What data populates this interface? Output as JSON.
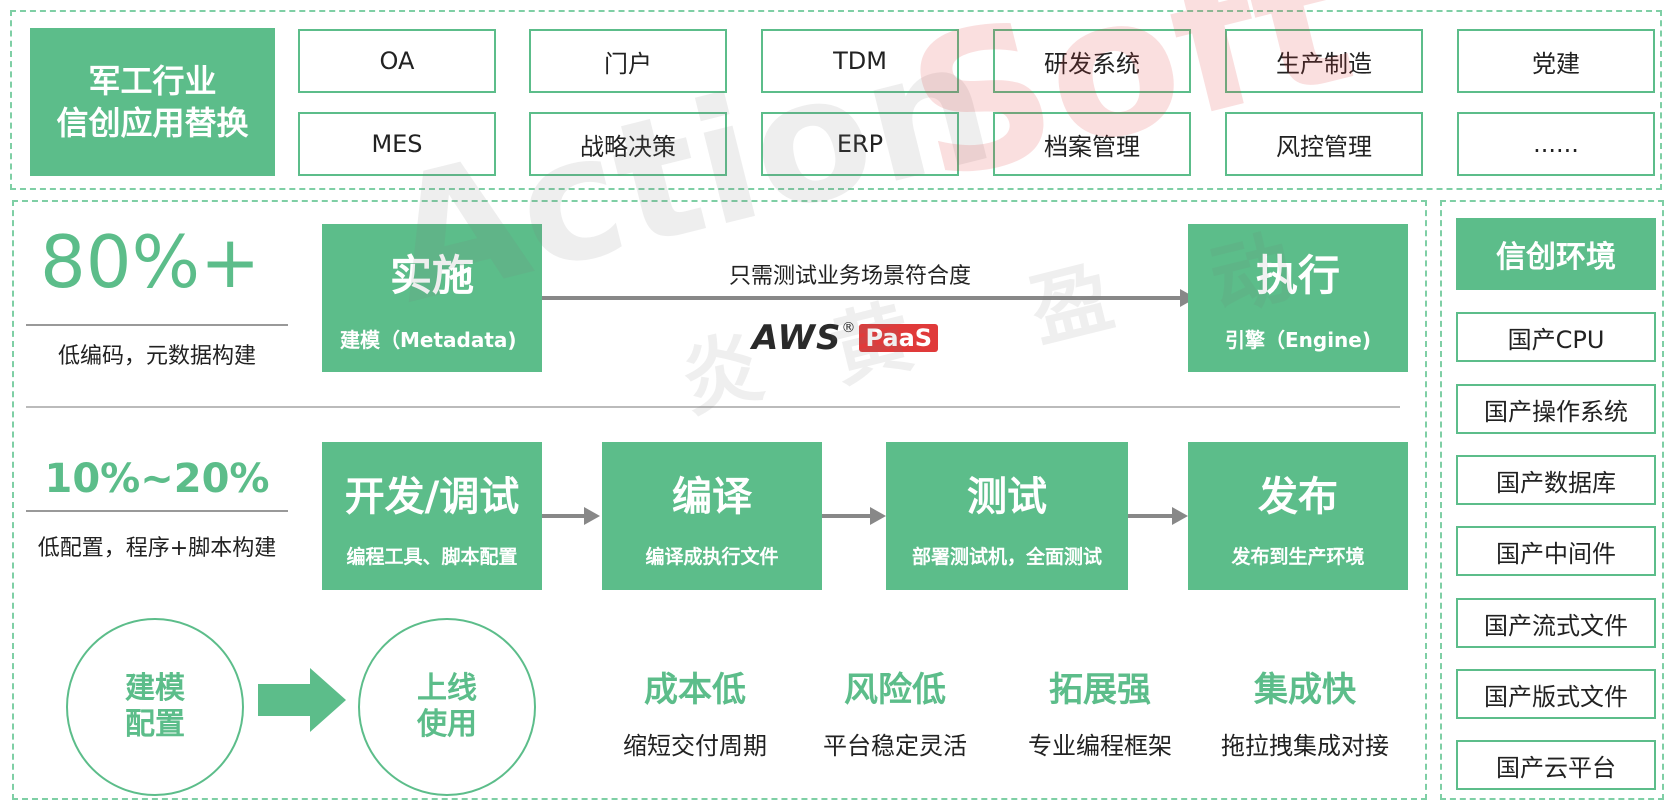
{
  "colors": {
    "accent": "#5cbd8a",
    "arrow": "#888888",
    "brand_red": "#e03a3a"
  },
  "top": {
    "title_line1": "军工行业",
    "title_line2": "信创应用替换",
    "apps": [
      "OA",
      "门户",
      "TDM",
      "研发系统",
      "生产制造",
      "党建",
      "MES",
      "战略决策",
      "ERP",
      "档案管理",
      "风控管理",
      "......"
    ]
  },
  "metrics": {
    "m1_value": "80%+",
    "m1_desc": "低编码，元数据构建",
    "m2_value": "10%~20%",
    "m2_desc": "低配置，程序+脚本构建"
  },
  "row1": {
    "implement_title": "实施",
    "implement_sub": "建模（Metadata)",
    "arrow_label": "只需测试业务场景符合度",
    "logo_main": "AWS",
    "logo_reg": "®",
    "logo_badge": "PaaS",
    "execute_title": "执行",
    "execute_sub": "引擎（Engine)"
  },
  "row2": {
    "steps": [
      {
        "title": "开发/调试",
        "sub": "编程工具、脚本配置"
      },
      {
        "title": "编译",
        "sub": "编译成执行文件"
      },
      {
        "title": "测试",
        "sub": "部署测试机，全面测试"
      },
      {
        "title": "发布",
        "sub": "发布到生产环境"
      }
    ]
  },
  "bottom": {
    "circle1_line1": "建模",
    "circle1_line2": "配置",
    "circle2_line1": "上线",
    "circle2_line2": "使用",
    "features": [
      {
        "title": "成本低",
        "desc": "缩短交付周期"
      },
      {
        "title": "风险低",
        "desc": "平台稳定灵活"
      },
      {
        "title": "拓展强",
        "desc": "专业编程框架"
      },
      {
        "title": "集成快",
        "desc": "拖拉拽集成对接"
      }
    ]
  },
  "env": {
    "title": "信创环境",
    "items": [
      "国产CPU",
      "国产操作系统",
      "国产数据库",
      "国产中间件",
      "国产流式文件",
      "国产版式文件",
      "国产云平台"
    ]
  },
  "watermark": {
    "text_latin_1": "Action",
    "text_latin_2": "Soft",
    "text_cn_1": "炎",
    "text_cn_2": "黄",
    "text_cn_3": "盈",
    "text_cn_4": "动"
  }
}
